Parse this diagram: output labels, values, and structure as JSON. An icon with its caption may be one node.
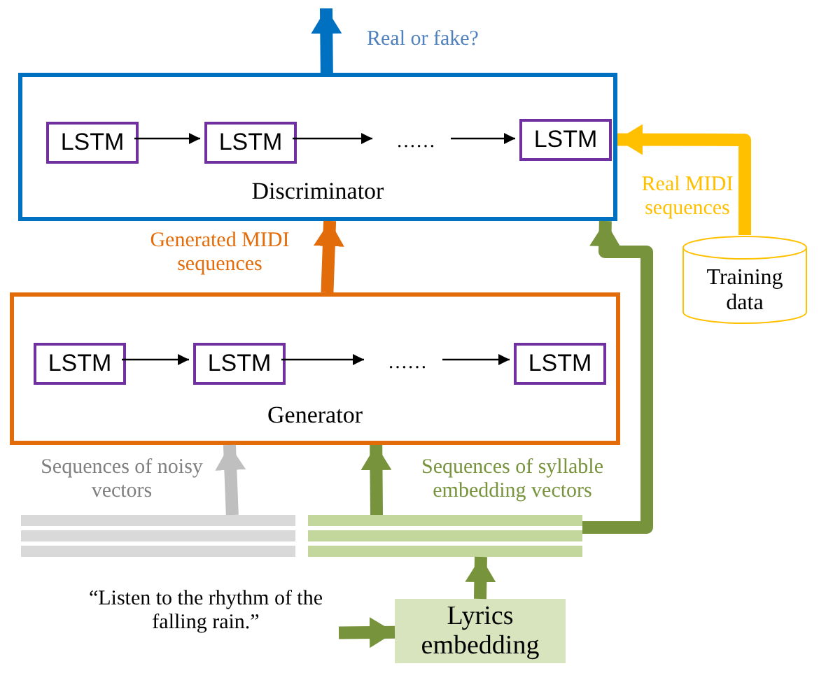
{
  "diagram": {
    "nodes": [
      {
        "text": [
          "Discriminator"
        ]
      },
      {
        "text": [
          "LSTM"
        ],
        "in": 0
      },
      {
        "text": [
          "LSTM"
        ],
        "in": 0
      },
      {
        "text": [
          "……"
        ],
        "in": 0
      },
      {
        "text": [
          "LSTM"
        ],
        "in": 0
      },
      {
        "text": [
          "Generator"
        ]
      },
      {
        "text": [
          "LSTM"
        ],
        "in": 5
      },
      {
        "text": [
          "LSTM"
        ],
        "in": 5
      },
      {
        "text": [
          "……"
        ],
        "in": 5
      },
      {
        "text": [
          "LSTM"
        ],
        "in": 5
      },
      {
        "text": [
          "Training data"
        ]
      },
      {
        "text": [],
        "shape": "bar"
      },
      {
        "text": [],
        "shape": "bar"
      },
      {
        "text": [
          "“Listen to the rhythm of  the falling rain.”"
        ]
      },
      {
        "text": [
          "Lyrics embedding"
        ]
      }
    ],
    "edges": [
      {
        "from": 1,
        "to": 2,
        "arrow": "to"
      },
      {
        "from": 2,
        "to": 3,
        "arrow": "to"
      },
      {
        "from": 3,
        "to": 4,
        "arrow": "to"
      },
      {
        "from": 6,
        "to": 7,
        "arrow": "to"
      },
      {
        "from": 7,
        "to": 8,
        "arrow": "to"
      },
      {
        "from": 8,
        "to": 9,
        "arrow": "to"
      },
      {
        "from": 5,
        "to": 0,
        "arrow": "to",
        "label": "Generated MIDI sequences",
        "color": "#e36c0a"
      },
      {
        "from": 10,
        "to": 0,
        "arrow": "to",
        "label": "Real MIDI sequences",
        "color": "#ffc000"
      },
      {
        "from": 12,
        "to": 0,
        "arrow": "to",
        "color": "#77933c"
      },
      {
        "from": 11,
        "to": 5,
        "arrow": "to",
        "label": "Sequences of noisy vectors",
        "color": "#bfbfbf"
      },
      {
        "from": 12,
        "to": 5,
        "arrow": "to",
        "label": "Sequences of syllable embedding vectors",
        "color": "#77933c"
      },
      {
        "from": 14,
        "to": 12,
        "arrow": "to",
        "color": "#77933c"
      },
      {
        "from": 13,
        "to": 14,
        "arrow": "to",
        "color": "#77933c"
      },
      {
        "from": 0,
        "to": null,
        "arrow": "to",
        "label": "Real or fake?",
        "color": "#0070c0"
      }
    ]
  }
}
